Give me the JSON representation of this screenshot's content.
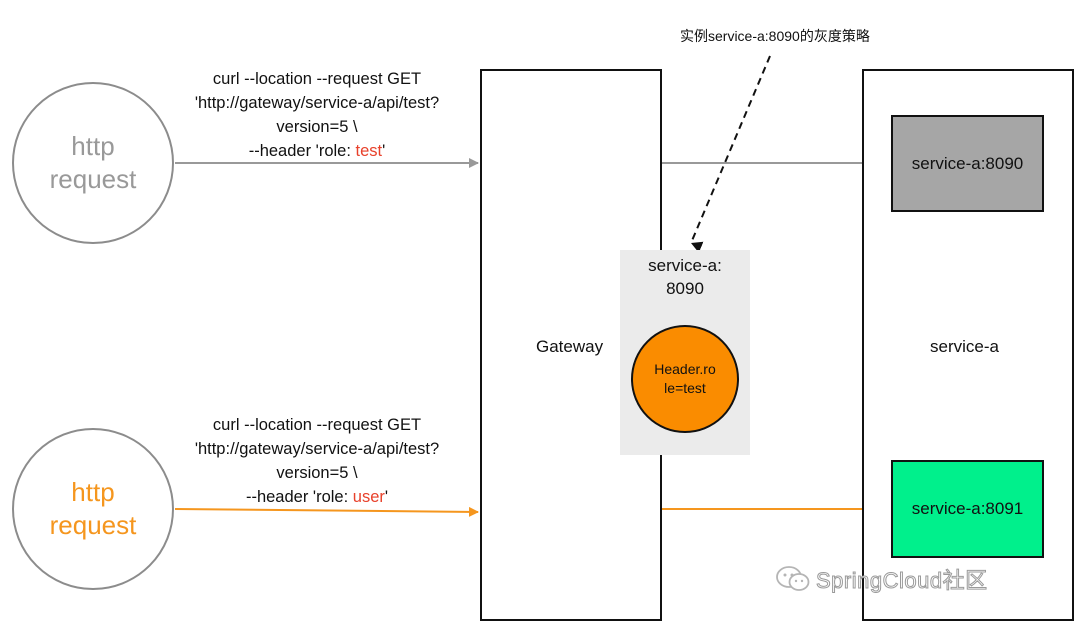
{
  "requests": [
    {
      "circle_line1": "http",
      "circle_line2": "request",
      "curl_lines": [
        "curl --location --request GET",
        "'http://gateway/service-a/api/test?",
        "version=5 \\",
        "--header 'role: "
      ],
      "role_value": "test",
      "role_suffix": "'",
      "color": "#999999",
      "role_color": "#e8412b"
    },
    {
      "circle_line1": "http",
      "circle_line2": "request",
      "curl_lines": [
        "curl --location --request GET",
        "'http://gateway/service-a/api/test?",
        "version=5 \\",
        "--header 'role: "
      ],
      "role_value": "user",
      "role_suffix": "'",
      "color": "#f5961e",
      "role_color": "#e8412b"
    }
  ],
  "gateway": {
    "label": "Gateway"
  },
  "policy_note": "实例service-a:8090的灰度策略",
  "policy": {
    "title_line1": "service-a:",
    "title_line2": "8090",
    "rule_line1": "Header.ro",
    "rule_line2": "le=test",
    "rule_color": "#fa8c00",
    "bg_color": "#ebebeb"
  },
  "service": {
    "label": "service-a",
    "instances": [
      {
        "label": "service-a:8090",
        "color": "#a6a6a6"
      },
      {
        "label": "service-a:8091",
        "color": "#00f08c"
      }
    ]
  },
  "watermark": "SpringCloud社区"
}
